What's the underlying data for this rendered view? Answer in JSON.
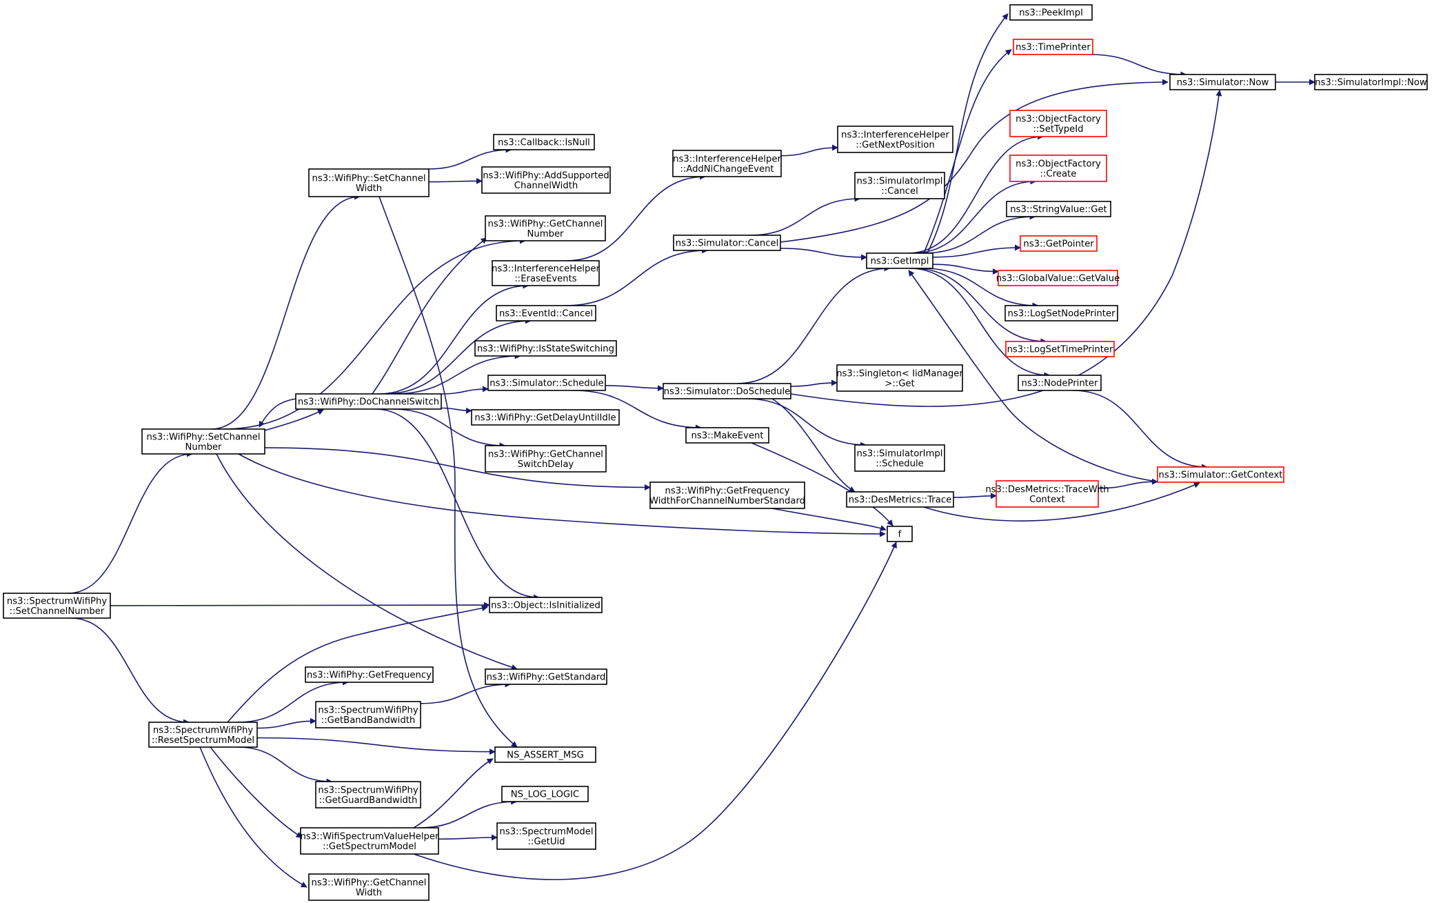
{
  "colors": {
    "edge": "#191970",
    "border_default": "#000000",
    "border_truncated": "#ff0000",
    "root_fill": "#bfbfbf",
    "node_fill": "#ffffff"
  },
  "nodes": [
    {
      "id": "root",
      "label": [
        "ns3::SpectrumWifiPhy",
        "::SetChannelNumber"
      ],
      "style": "root"
    },
    {
      "id": "wSetChNum",
      "label": [
        "ns3::WifiPhy::SetChannel",
        "Number"
      ]
    },
    {
      "id": "sResetSM",
      "label": [
        "ns3::SpectrumWifiPhy",
        "::ResetSpectrumModel"
      ]
    },
    {
      "id": "wSetChW",
      "label": [
        "ns3::WifiPhy::SetChannel",
        "Width"
      ]
    },
    {
      "id": "wDoChSw",
      "label": [
        "ns3::WifiPhy::DoChannelSwitch"
      ]
    },
    {
      "id": "cbIsNull",
      "label": [
        "ns3::Callback::IsNull"
      ]
    },
    {
      "id": "wAddSupCW",
      "label": [
        "ns3::WifiPhy::AddSupported",
        "ChannelWidth"
      ]
    },
    {
      "id": "wGetChNum",
      "label": [
        "ns3::WifiPhy::GetChannel",
        "Number"
      ]
    },
    {
      "id": "ihErase",
      "label": [
        "ns3::InterferenceHelper",
        "::EraseEvents"
      ]
    },
    {
      "id": "evCancel",
      "label": [
        "ns3::EventId::Cancel"
      ]
    },
    {
      "id": "wIsStSw",
      "label": [
        "ns3::WifiPhy::IsStateSwitching"
      ]
    },
    {
      "id": "simSched",
      "label": [
        "ns3::Simulator::Schedule"
      ]
    },
    {
      "id": "wGetDelay",
      "label": [
        "ns3::WifiPhy::GetDelayUntilIdle"
      ]
    },
    {
      "id": "wGetChSwD",
      "label": [
        "ns3::WifiPhy::GetChannel",
        "SwitchDelay"
      ]
    },
    {
      "id": "wGetFreqW",
      "label": [
        "ns3::WifiPhy::GetFrequency",
        "WidthForChannelNumberStandard"
      ]
    },
    {
      "id": "objIsInit",
      "label": [
        "ns3::Object::IsInitialized"
      ]
    },
    {
      "id": "wGetFreq",
      "label": [
        "ns3::WifiPhy::GetFrequency"
      ]
    },
    {
      "id": "wGetStd",
      "label": [
        "ns3::WifiPhy::GetStandard"
      ]
    },
    {
      "id": "sGetBandBW",
      "label": [
        "ns3::SpectrumWifiPhy",
        "::GetBandBandwidth"
      ]
    },
    {
      "id": "nsAssert",
      "label": [
        "NS_ASSERT_MSG"
      ]
    },
    {
      "id": "sGetGuardBW",
      "label": [
        "ns3::SpectrumWifiPhy",
        "::GetGuardBandwidth"
      ]
    },
    {
      "id": "nsLogLogic",
      "label": [
        "NS_LOG_LOGIC"
      ]
    },
    {
      "id": "wsvhGetSM",
      "label": [
        "ns3::WifiSpectrumValueHelper",
        "::GetSpectrumModel"
      ]
    },
    {
      "id": "smGetUid",
      "label": [
        "ns3::SpectrumModel",
        "::GetUid"
      ]
    },
    {
      "id": "wGetChW",
      "label": [
        "ns3::WifiPhy::GetChannel",
        "Width"
      ]
    },
    {
      "id": "ihAddNi",
      "label": [
        "ns3::InterferenceHelper",
        "::AddNiChangeEvent"
      ]
    },
    {
      "id": "simCancel",
      "label": [
        "ns3::Simulator::Cancel"
      ]
    },
    {
      "id": "simDoSched",
      "label": [
        "ns3::Simulator::DoSchedule"
      ]
    },
    {
      "id": "makeEvent",
      "label": [
        "ns3::MakeEvent"
      ]
    },
    {
      "id": "ihGetNext",
      "label": [
        "ns3::InterferenceHelper",
        "::GetNextPosition"
      ]
    },
    {
      "id": "siCancel",
      "label": [
        "ns3::SimulatorImpl",
        "::Cancel"
      ]
    },
    {
      "id": "getImpl",
      "label": [
        "ns3::GetImpl"
      ]
    },
    {
      "id": "singGet",
      "label": [
        "ns3::Singleton< IidManager",
        " >::Get"
      ]
    },
    {
      "id": "siSched",
      "label": [
        "ns3::SimulatorImpl",
        "::Schedule"
      ]
    },
    {
      "id": "desTrace",
      "label": [
        "ns3::DesMetrics::Trace"
      ]
    },
    {
      "id": "fNode",
      "label": [
        "f"
      ]
    },
    {
      "id": "peekImpl",
      "label": [
        "ns3::PeekImpl"
      ]
    },
    {
      "id": "timePrinter",
      "label": [
        "ns3::TimePrinter"
      ],
      "style": "truncated"
    },
    {
      "id": "ofSetTypeId",
      "label": [
        "ns3::ObjectFactory",
        "::SetTypeId"
      ],
      "style": "truncated"
    },
    {
      "id": "ofCreate",
      "label": [
        "ns3::ObjectFactory",
        "::Create"
      ],
      "style": "truncated"
    },
    {
      "id": "strValGet",
      "label": [
        "ns3::StringValue::Get"
      ]
    },
    {
      "id": "getPointer",
      "label": [
        "ns3::GetPointer"
      ],
      "style": "truncated"
    },
    {
      "id": "gvGetValue",
      "label": [
        "ns3::GlobalValue::GetValue"
      ],
      "style": "truncated"
    },
    {
      "id": "logSetNode",
      "label": [
        "ns3::LogSetNodePrinter"
      ]
    },
    {
      "id": "logSetTime",
      "label": [
        "ns3::LogSetTimePrinter"
      ],
      "style": "truncated"
    },
    {
      "id": "nodePrinter",
      "label": [
        "ns3::NodePrinter"
      ]
    },
    {
      "id": "desTraceCtx",
      "label": [
        "ns3::DesMetrics::TraceWith",
        "Context"
      ],
      "style": "truncated"
    },
    {
      "id": "simNow",
      "label": [
        "ns3::Simulator::Now"
      ]
    },
    {
      "id": "siNow",
      "label": [
        "ns3::SimulatorImpl::Now"
      ]
    },
    {
      "id": "simGetCtx",
      "label": [
        "ns3::Simulator::GetContext"
      ],
      "style": "truncated"
    }
  ],
  "edges": [
    {
      "from": "root",
      "to": "wSetChNum"
    },
    {
      "from": "root",
      "to": "objIsInit"
    },
    {
      "from": "root",
      "to": "sResetSM"
    },
    {
      "from": "wSetChNum",
      "to": "wSetChW"
    },
    {
      "from": "wSetChNum",
      "to": "wGetChNum"
    },
    {
      "from": "wSetChNum",
      "to": "wDoChSw"
    },
    {
      "from": "wSetChNum",
      "to": "wGetFreqW"
    },
    {
      "from": "wSetChNum",
      "to": "fNode"
    },
    {
      "from": "wSetChNum",
      "to": "wGetStd"
    },
    {
      "from": "wSetChW",
      "to": "cbIsNull"
    },
    {
      "from": "wSetChW",
      "to": "wAddSupCW"
    },
    {
      "from": "wSetChW",
      "to": "nsAssert"
    },
    {
      "from": "wDoChSw",
      "to": "wSetChNum"
    },
    {
      "from": "wDoChSw",
      "to": "wGetChNum"
    },
    {
      "from": "wDoChSw",
      "to": "ihErase"
    },
    {
      "from": "wDoChSw",
      "to": "evCancel"
    },
    {
      "from": "wDoChSw",
      "to": "wIsStSw"
    },
    {
      "from": "wDoChSw",
      "to": "simSched"
    },
    {
      "from": "wDoChSw",
      "to": "wGetDelay"
    },
    {
      "from": "wDoChSw",
      "to": "wGetChSwD"
    },
    {
      "from": "wDoChSw",
      "to": "objIsInit"
    },
    {
      "from": "ihErase",
      "to": "ihAddNi"
    },
    {
      "from": "ihAddNi",
      "to": "ihGetNext"
    },
    {
      "from": "evCancel",
      "to": "simCancel"
    },
    {
      "from": "simCancel",
      "to": "siCancel"
    },
    {
      "from": "simCancel",
      "to": "getImpl"
    },
    {
      "from": "simCancel",
      "to": "simNow"
    },
    {
      "from": "simSched",
      "to": "simDoSched"
    },
    {
      "from": "simSched",
      "to": "makeEvent"
    },
    {
      "from": "simDoSched",
      "to": "getImpl"
    },
    {
      "from": "simDoSched",
      "to": "singGet"
    },
    {
      "from": "simDoSched",
      "to": "simNow"
    },
    {
      "from": "simDoSched",
      "to": "siSched"
    },
    {
      "from": "simDoSched",
      "to": "desTrace"
    },
    {
      "from": "makeEvent",
      "to": "fNode"
    },
    {
      "from": "wGetFreqW",
      "to": "fNode"
    },
    {
      "from": "desTrace",
      "to": "desTraceCtx"
    },
    {
      "from": "desTrace",
      "to": "simGetCtx"
    },
    {
      "from": "desTraceCtx",
      "to": "simGetCtx"
    },
    {
      "from": "simGetCtx",
      "to": "getImpl"
    },
    {
      "from": "getImpl",
      "to": "peekImpl"
    },
    {
      "from": "getImpl",
      "to": "timePrinter"
    },
    {
      "from": "getImpl",
      "to": "ofSetTypeId"
    },
    {
      "from": "getImpl",
      "to": "ofCreate"
    },
    {
      "from": "getImpl",
      "to": "strValGet"
    },
    {
      "from": "getImpl",
      "to": "getPointer"
    },
    {
      "from": "getImpl",
      "to": "gvGetValue"
    },
    {
      "from": "getImpl",
      "to": "logSetNode"
    },
    {
      "from": "getImpl",
      "to": "logSetTime"
    },
    {
      "from": "getImpl",
      "to": "nodePrinter"
    },
    {
      "from": "timePrinter",
      "to": "simNow"
    },
    {
      "from": "nodePrinter",
      "to": "simGetCtx"
    },
    {
      "from": "simNow",
      "to": "siNow"
    },
    {
      "from": "sResetSM",
      "to": "objIsInit"
    },
    {
      "from": "sResetSM",
      "to": "wGetFreq"
    },
    {
      "from": "sResetSM",
      "to": "sGetBandBW"
    },
    {
      "from": "sResetSM",
      "to": "nsAssert"
    },
    {
      "from": "sResetSM",
      "to": "sGetGuardBW"
    },
    {
      "from": "sResetSM",
      "to": "wsvhGetSM"
    },
    {
      "from": "sResetSM",
      "to": "wGetChW"
    },
    {
      "from": "sGetBandBW",
      "to": "wGetStd"
    },
    {
      "from": "wsvhGetSM",
      "to": "nsAssert"
    },
    {
      "from": "wsvhGetSM",
      "to": "nsLogLogic"
    },
    {
      "from": "wsvhGetSM",
      "to": "smGetUid"
    },
    {
      "from": "wsvhGetSM",
      "to": "fNode"
    }
  ]
}
